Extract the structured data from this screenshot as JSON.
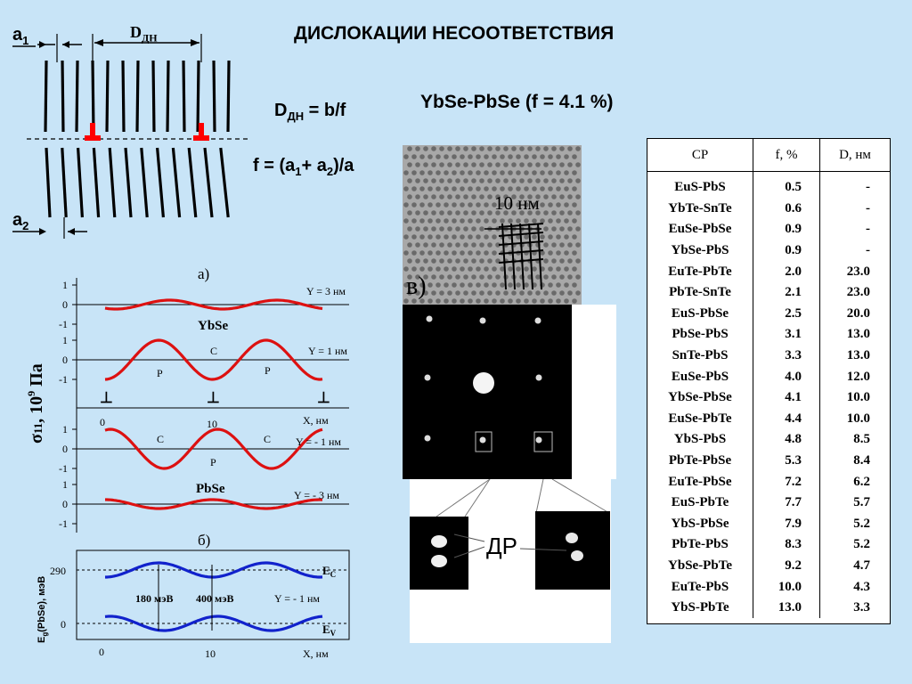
{
  "title": "ДИСЛОКАЦИИ НЕСООТВЕТСТВИЯ",
  "subtitle": "YbSe-PbSe (f = 4.1 %)",
  "formulas": {
    "d_main": "D",
    "d_sub": "ДН",
    "d_rest": " = b/f",
    "f_text": "f = (a",
    "f_sub1": "1",
    "f_mid": "+ a",
    "f_sub2": "2",
    "f_end": ")/a"
  },
  "labels": {
    "a1_main": "a",
    "a1_sub": "1",
    "a2_main": "a",
    "a2_sub": "2",
    "ddn_main": "D",
    "ddn_sub": "ДН"
  },
  "micrographs": {
    "scale_label": "10 нм",
    "panel_v": "в)",
    "dr_label": "ДР"
  },
  "panel_a": {
    "label": "а)",
    "ylabel_main": "σ",
    "ylabel_sub": "11",
    "ylabel_rest": ", 10",
    "ylabel_sup": "9",
    "ylabel_unit": " Па",
    "ybse_label": "YbSe",
    "pbse_label": "PbSe",
    "y_labels": [
      "Y = 3 нм",
      "Y = 1 нм",
      "Y = - 1 нм",
      "Y = - 3 нм"
    ],
    "x_axis_label": "X, нм",
    "c_label": "C",
    "p_label": "P",
    "dislocation_symbol": "⊥",
    "tick_1": "1",
    "tick_0": "0",
    "tick_m1": "-1",
    "x_tick_0": "0",
    "x_tick_10": "10"
  },
  "panel_b": {
    "label": "б)",
    "ylabel_main": "E",
    "ylabel_sub": "g",
    "ylabel_rest": "(PbSe), мэВ",
    "tick_290": "290",
    "tick_0": "0",
    "x_tick_0": "0",
    "x_tick_10": "10",
    "x_axis_label": "X, нм",
    "ec_main": "E",
    "ec_sub": "C",
    "ev_main": "E",
    "ev_sub": "V",
    "note_180": "180 мэВ",
    "note_400": "400 мэВ",
    "y_note": "Y = - 1 нм"
  },
  "colors": {
    "stress_curve": "#dd1111",
    "band_curve": "#1122cc",
    "dislocation": "#ff0000"
  },
  "table": {
    "headers": [
      "СР",
      "f, %",
      "D, нм"
    ],
    "rows": [
      [
        "EuS-PbS",
        "0.5",
        "-"
      ],
      [
        "YbTe-SnTe",
        "0.6",
        "-"
      ],
      [
        "EuSe-PbSe",
        "0.9",
        "-"
      ],
      [
        "YbSe-PbS",
        "0.9",
        "-"
      ],
      [
        "EuTe-PbTe",
        "2.0",
        "23.0"
      ],
      [
        "PbTe-SnTe",
        "2.1",
        "23.0"
      ],
      [
        "EuS-PbSe",
        "2.5",
        "20.0"
      ],
      [
        "PbSe-PbS",
        "3.1",
        "13.0"
      ],
      [
        "SnTe-PbS",
        "3.3",
        "13.0"
      ],
      [
        "EuSe-PbS",
        "4.0",
        "12.0"
      ],
      [
        "YbSe-PbSe",
        "4.1",
        "10.0"
      ],
      [
        "EuSe-PbTe",
        "4.4",
        "10.0"
      ],
      [
        "YbS-PbS",
        "4.8",
        "8.5"
      ],
      [
        "PbTe-PbSe",
        "5.3",
        "8.4"
      ],
      [
        "EuTe-PbSe",
        "7.2",
        "6.2"
      ],
      [
        "EuS-PbTe",
        "7.7",
        "5.7"
      ],
      [
        "YbS-PbSe",
        "7.9",
        "5.2"
      ],
      [
        "PbTe-PbS",
        "8.3",
        "5.2"
      ],
      [
        "YbSe-PbTe",
        "9.2",
        "4.7"
      ],
      [
        "EuTe-PbS",
        "10.0",
        "4.3"
      ],
      [
        "YbS-PbTe",
        "13.0",
        "3.3"
      ]
    ]
  }
}
